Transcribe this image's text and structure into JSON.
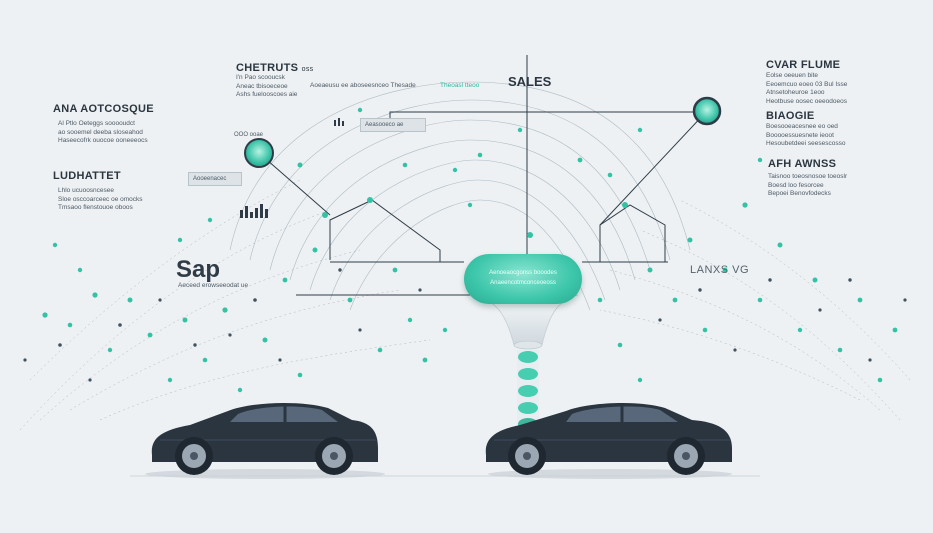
{
  "headings": {
    "top_center": "CHETRUTS",
    "top_center_suffix": "oss",
    "sales": "SALES",
    "left_top": "ANA AOTCOSQUE",
    "left_mid": "LUDHATTET",
    "sap": "Sap",
    "right_top": "CVAR FLUME",
    "right_mid": "BIAOGIE",
    "right_low": "AFH AWNSS",
    "lanxs": "LANXS VG"
  },
  "blurbs": {
    "top_center": [
      "I'n Pao scooucsk",
      "Aneac tbisoeceoe",
      "Ashs fuelooscoes aie"
    ],
    "top_center_row": "Aoeaeusu ee aboseesnceo Thesade",
    "top_center_row2": "Theoasl tteoo",
    "left_top": [
      "Al Ptlo Oeteggs sooooudct",
      "ao sooemel deeba sloseahod",
      "Haseecofrk ouocoe ooneeeocs"
    ],
    "left_mid": [
      "Lhlo ucuoosncesee",
      "Sloe osccoarceec oe omocks",
      "Tmsaoo flenstouoe oboos"
    ],
    "right_top": [
      "Eolse oeeuen bite",
      "Eeoemcuo eoeo 03 Bul Isse",
      "Atnsetoheuroe 1eoo",
      "Heotbuse oosec oeeodoeos"
    ],
    "right_mid": [
      "Boesooeacesnee eo oed",
      "Booooessuesnete ieoot",
      "Hesoubetdeei seesescosso"
    ],
    "right_low": [
      "Taisnoo toeosnosoe toeoslr",
      "Boesd loo fesorcee",
      "Bepoei Benovfodecks"
    ],
    "sap_sub": "Aeceed erowseeodat ue"
  },
  "pill_text": [
    "Aenoeaocgonss booodes",
    "Anaeencotmconceoeoss"
  ],
  "tags": [
    "Aooeenacec",
    "OOO ooae",
    "Aeasooeco ae"
  ],
  "colors": {
    "accent": "#34c2a5",
    "line": "#2f3c48",
    "bg": "#eef1f3"
  }
}
